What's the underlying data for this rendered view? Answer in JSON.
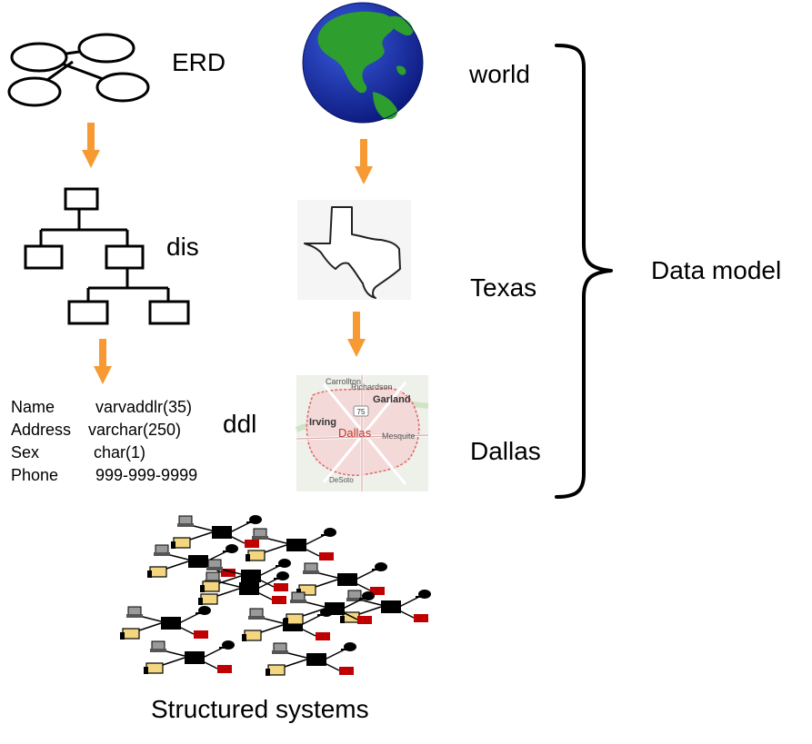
{
  "labels": {
    "erd": "ERD",
    "dis": "dis",
    "ddl": "ddl",
    "world": "world",
    "texas": "Texas",
    "dallas": "Dallas",
    "data_model": "Data model",
    "structured_systems": "Structured systems"
  },
  "ddl_fields": [
    {
      "name": "Name",
      "type": "varvaddlr(35)"
    },
    {
      "name": "Address",
      "type": "varchar(250)"
    },
    {
      "name": "Sex",
      "type": "char(1)"
    },
    {
      "name": "Phone",
      "type": "999-999-9999"
    }
  ],
  "map_labels": {
    "carrollton": "Carrollton",
    "richardson": "Richardson",
    "garland": "Garland",
    "irving": "Irving",
    "dallas": "Dallas",
    "mesquite": "Mesquite",
    "desoto": "DeSoto",
    "highway": "75"
  },
  "colors": {
    "arrow": "#F79A33",
    "globe_ocean": "#1B2FA8",
    "globe_land": "#2E9E2E",
    "map_area": "#F4D9D9",
    "map_boundary": "#E06666",
    "device_yellow": "#F5D680",
    "device_red": "#C00000"
  }
}
